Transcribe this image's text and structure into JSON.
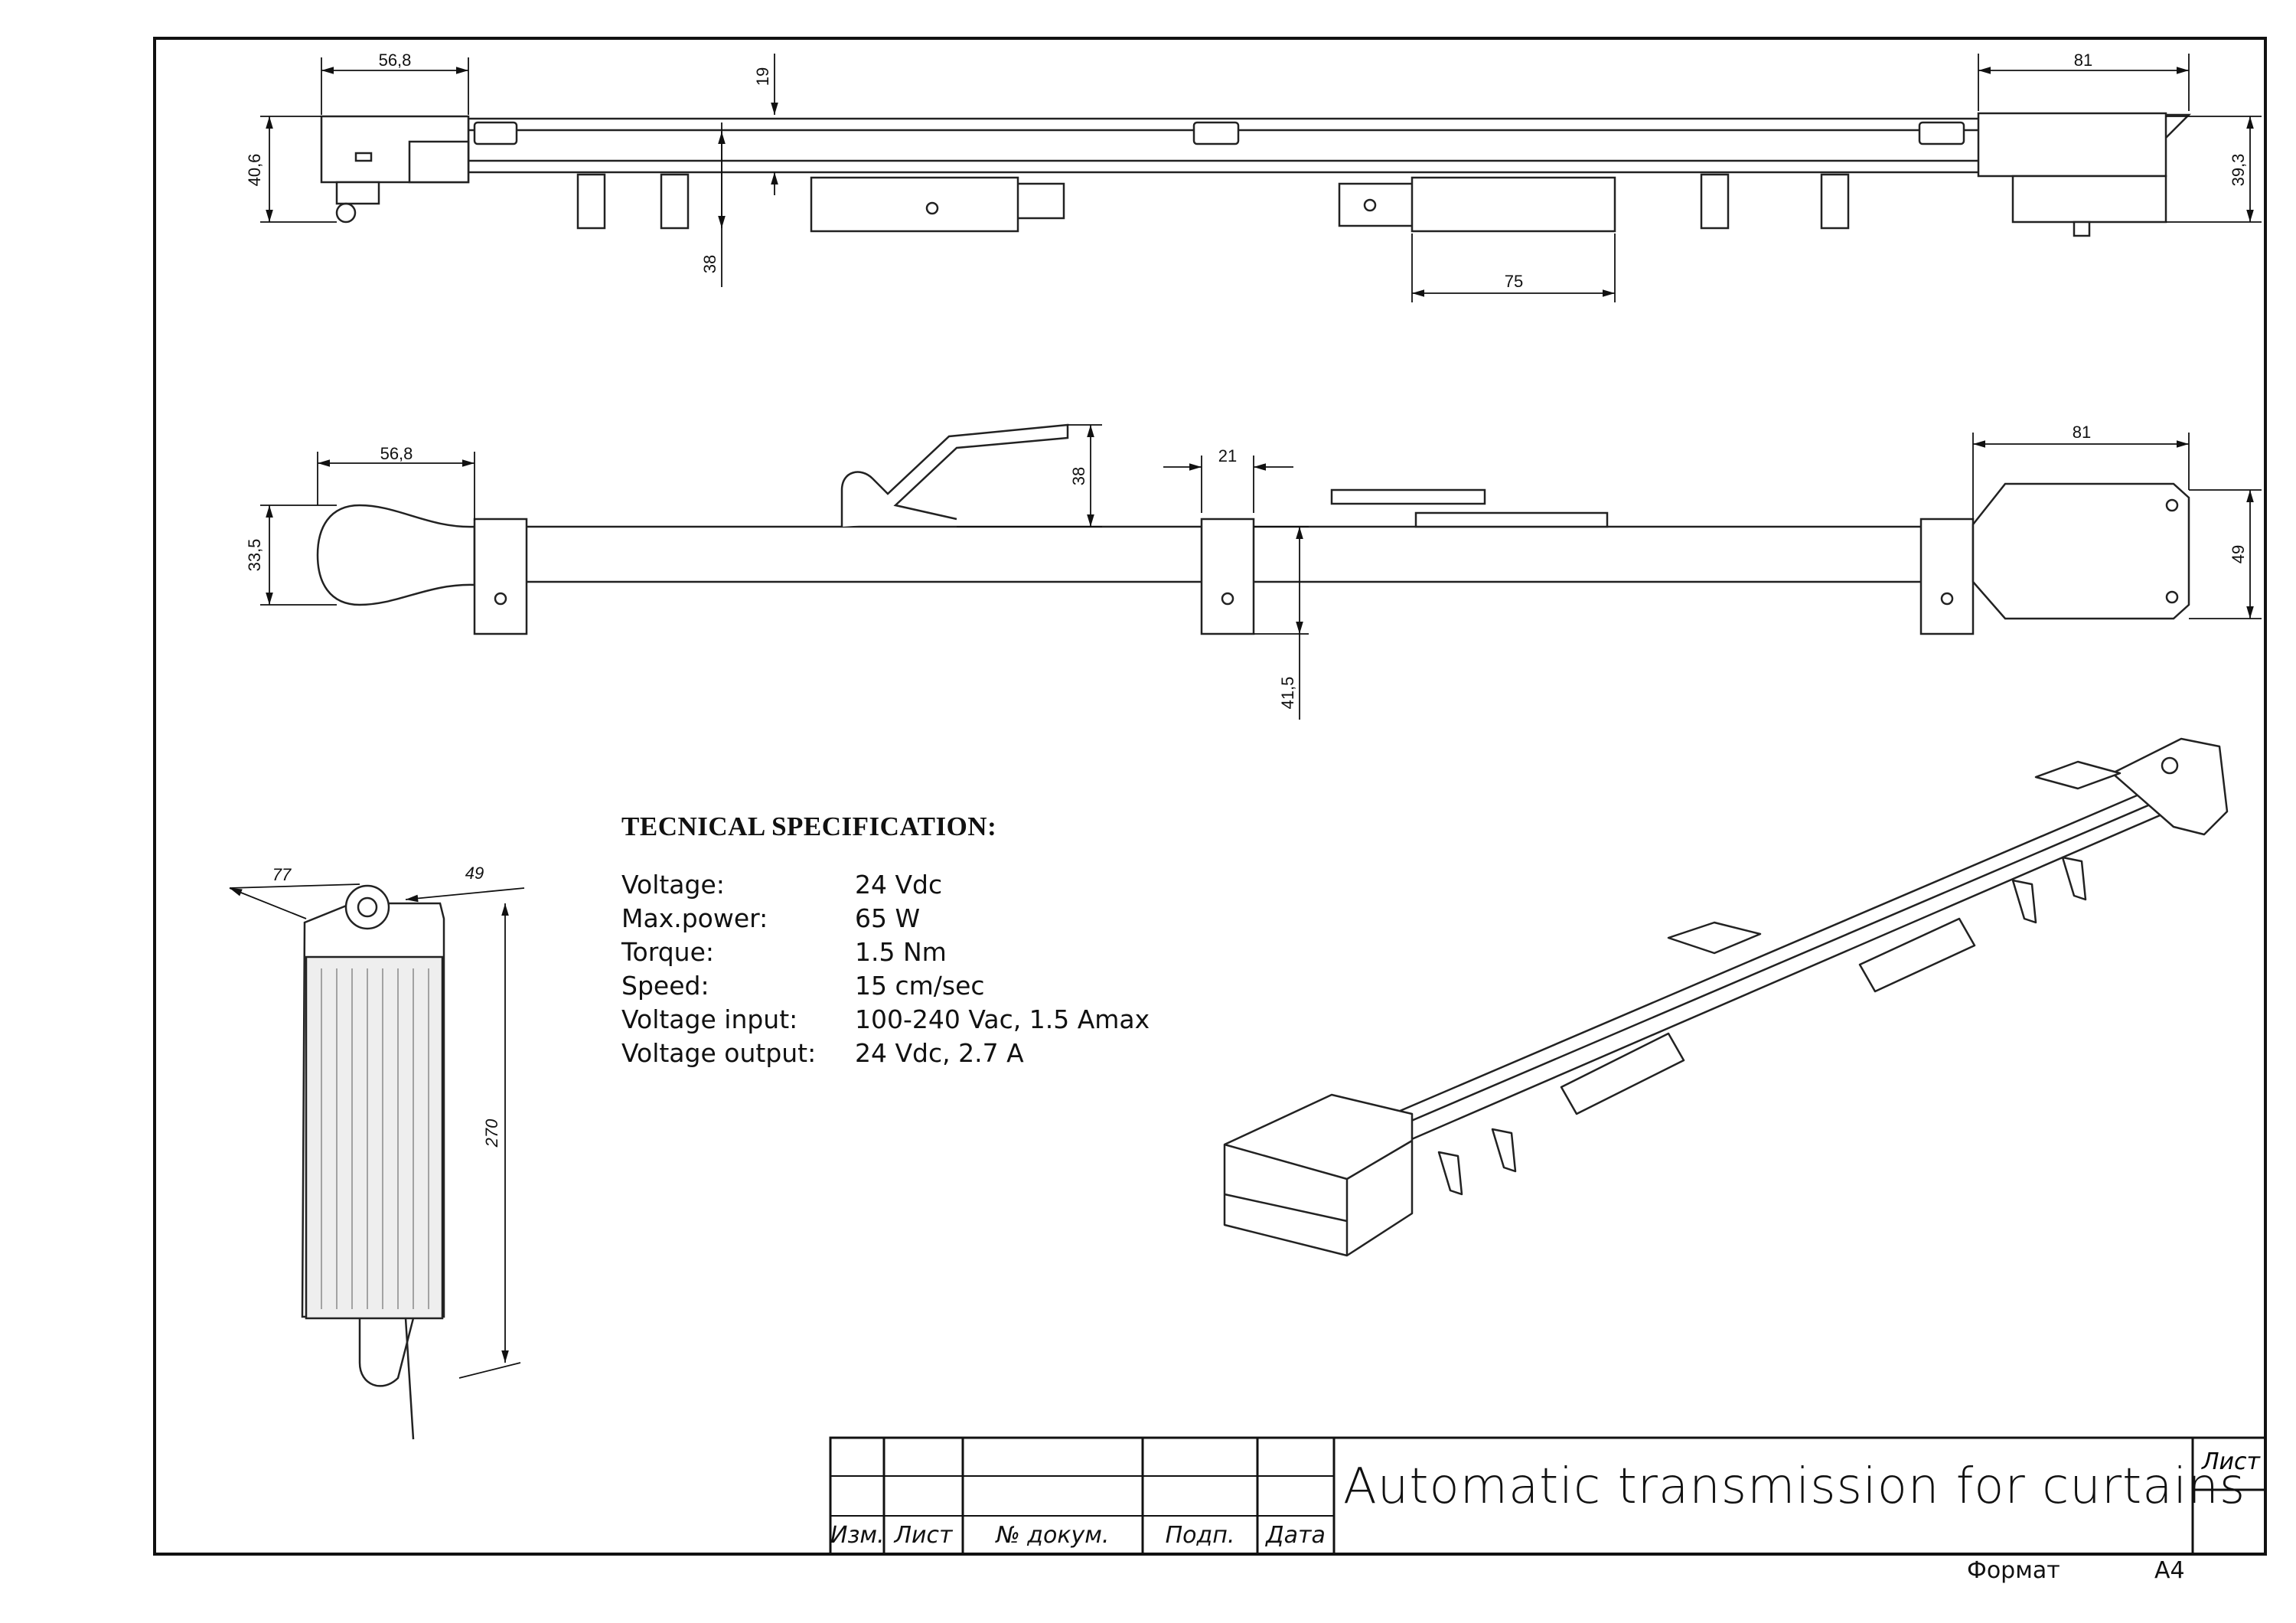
{
  "dimensions": {
    "top_view": {
      "left_width": "56,8",
      "right_width": "81",
      "left_height": "40,6",
      "gap": "19",
      "drop": "38",
      "right_height": "39,3",
      "carrier_width": "75"
    },
    "side_view": {
      "left_width": "56,8",
      "right_width": "81",
      "left_height": "33,5",
      "arm_height": "38",
      "bracket_width": "21",
      "right_height": "49",
      "depth": "41,5"
    },
    "power_supply": {
      "width": "77",
      "depth": "49",
      "length": "270"
    }
  },
  "spec": {
    "title": "TECNICAL SPECIFICATION:",
    "rows": [
      {
        "key": "Voltage:",
        "value": "24 Vdc"
      },
      {
        "key": "Max.power:",
        "value": "65 W"
      },
      {
        "key": "Torque:",
        "value": "1.5 Nm"
      },
      {
        "key": "Speed:",
        "value": "15 cm/sec"
      },
      {
        "key": "Voltage input:",
        "value": "100-240 Vac, 1.5 Amax"
      },
      {
        "key": "Voltage output:",
        "value": "24 Vdc, 2.7 A"
      }
    ]
  },
  "title_block": {
    "columns": [
      "Изм.",
      "Лист",
      "№ докум.",
      "Подп.",
      "Дата"
    ],
    "title": "Automatic transmission for curtains",
    "sheet_label": "Лист",
    "format_label": "Формат",
    "format_value": "А4"
  }
}
